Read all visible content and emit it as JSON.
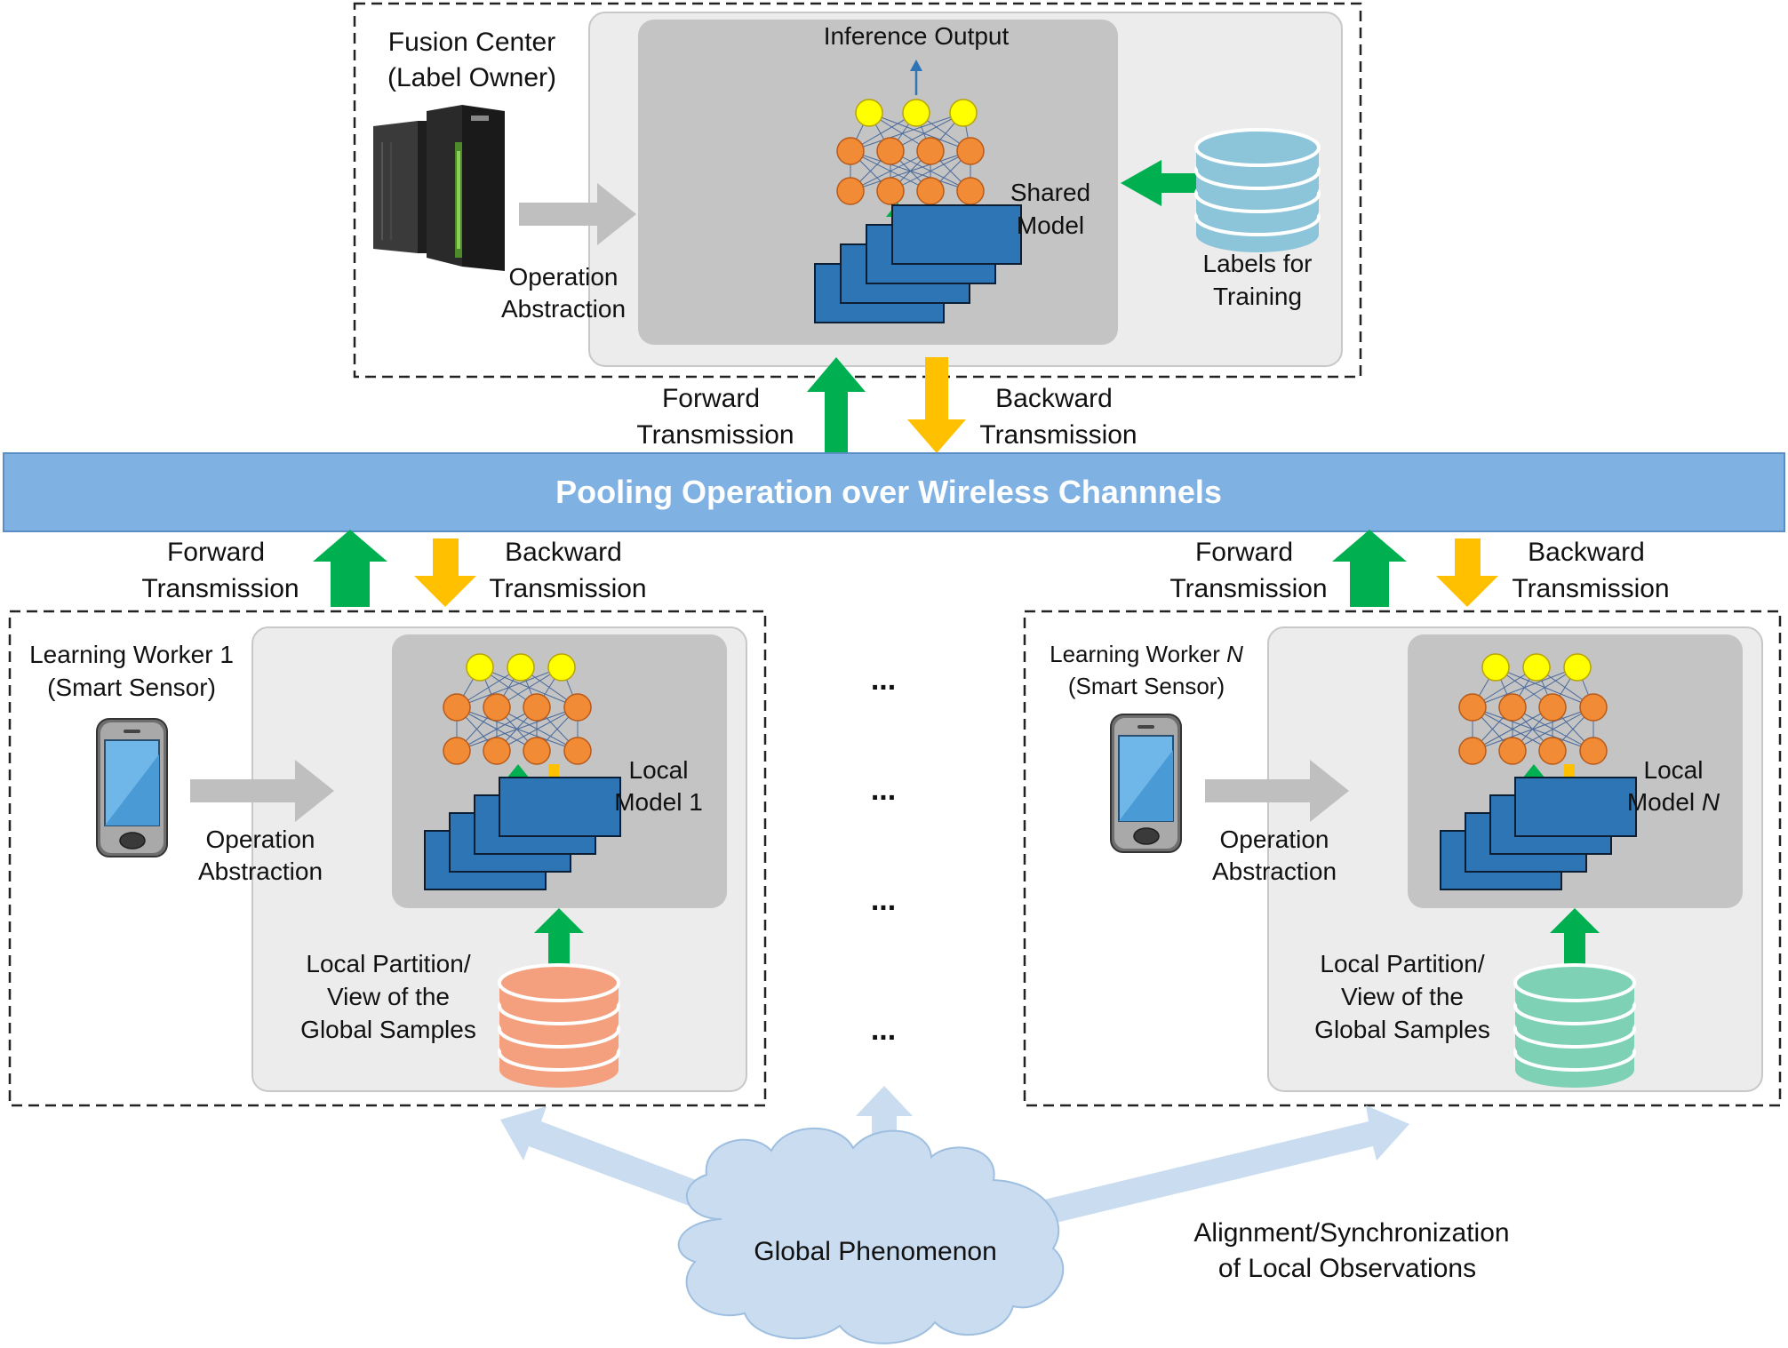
{
  "colors": {
    "outer_panel_fill": "#ececec",
    "outer_panel_stroke": "#c8c8c8",
    "inner_panel_fill": "#c4c4c4",
    "wireless_bar_fill": "#7fb1e3",
    "wireless_bar_stroke": "#5b8ec5",
    "forward_arrow": "#00b050",
    "backward_arrow": "#ffc000",
    "gray_arrow": "#bfbfbf",
    "node_yellow": "#ffff00",
    "node_orange": "#f28b36",
    "layer_blue": "#2e75b6",
    "db_labels": "#8cc4d9",
    "db_worker1": "#f4a07e",
    "db_workerN": "#7fd1b6",
    "cloud": "#c9dcf0",
    "light_arrow": "#c9dcf0"
  },
  "fusion_center": {
    "title_line1": "Fusion Center",
    "title_line2": "(Label Owner)",
    "device_icon": "server-rack-icon",
    "operation_line1": "Operation",
    "operation_line2": "Abstraction",
    "inference_output": "Inference Output",
    "model_line1": "Shared",
    "model_line2": "Model",
    "labels_line1": "Labels for",
    "labels_line2": "Training",
    "db_icon": "database-icon"
  },
  "top_transmission": {
    "forward_line1": "Forward",
    "forward_line2": "Transmission",
    "backward_line1": "Backward",
    "backward_line2": "Transmission"
  },
  "wireless_bar": {
    "label": "Pooling Operation over Wireless Channnels"
  },
  "worker_1": {
    "title_line1": "Learning Worker 1",
    "title_line2": "(Smart Sensor)",
    "device_icon": "smartphone-icon",
    "operation_line1": "Operation",
    "operation_line2": "Abstraction",
    "model_line1": "Local",
    "model_line2": "Model 1",
    "data_line1": "Local Partition/",
    "data_line2": "View of the",
    "data_line3": "Global Samples",
    "forward_line1": "Forward",
    "forward_line2": "Transmission",
    "backward_line1": "Backward",
    "backward_line2": "Transmission"
  },
  "worker_n": {
    "title_prefix": "Learning Worker ",
    "title_italic": "N",
    "title_line2": "(Smart Sensor)",
    "device_icon": "smartphone-icon",
    "operation_line1": "Operation",
    "operation_line2": "Abstraction",
    "model_line1": "Local",
    "model_line2_prefix": "Model ",
    "model_line2_italic": "N",
    "data_line1": "Local Partition/",
    "data_line2": "View of the",
    "data_line3": "Global Samples",
    "forward_line1": "Forward",
    "forward_line2": "Transmission",
    "backward_line1": "Backward",
    "backward_line2": "Transmission"
  },
  "ellipsis": [
    "...",
    "...",
    "...",
    "..."
  ],
  "global": {
    "phenomenon": "Global Phenomenon",
    "alignment_line1": "Alignment/Synchronization",
    "alignment_line2": "of Local Observations"
  }
}
